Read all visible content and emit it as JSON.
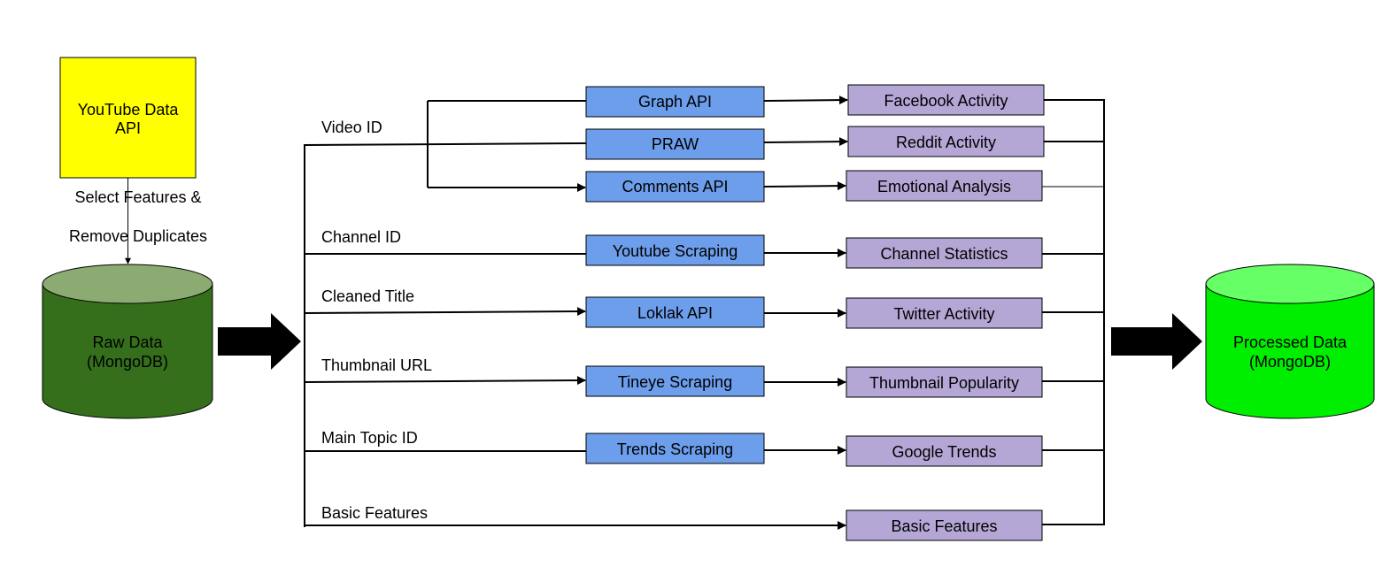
{
  "source": {
    "text": "YouTube Data API",
    "lines": [
      "YouTube Data",
      "API"
    ],
    "color": "#ffff00"
  },
  "step_label": {
    "line1": "Select Features &",
    "line2": "Remove Duplicates"
  },
  "raw_data": {
    "lines": [
      "Raw Data",
      "(MongoDB)"
    ],
    "top_color": "#8bab73",
    "body_color": "#356f1c"
  },
  "processed_data": {
    "lines": [
      "Processed Data",
      "(MongoDB)"
    ],
    "top_color": "#66ff66",
    "body_color": "#00ee00"
  },
  "field_labels": [
    {
      "key": "video-id",
      "text": "Video ID"
    },
    {
      "key": "channel-id",
      "text": "Channel ID"
    },
    {
      "key": "cleaned-title",
      "text": "Cleaned Title"
    },
    {
      "key": "thumbnail-url",
      "text": "Thumbnail URL"
    },
    {
      "key": "main-topic-id",
      "text": "Main Topic ID"
    },
    {
      "key": "basic-features",
      "text": "Basic Features"
    }
  ],
  "tools": [
    {
      "key": "graph-api",
      "text": "Graph API"
    },
    {
      "key": "praw",
      "text": "PRAW"
    },
    {
      "key": "comments-api",
      "text": "Comments API"
    },
    {
      "key": "youtube-scraping",
      "text": "Youtube Scraping"
    },
    {
      "key": "loklak-api",
      "text": "Loklak API"
    },
    {
      "key": "tineye-scraping",
      "text": "Tineye Scraping"
    },
    {
      "key": "trends-scraping",
      "text": "Trends Scraping"
    }
  ],
  "outputs": [
    {
      "key": "facebook-activity",
      "text": "Facebook Activity"
    },
    {
      "key": "reddit-activity",
      "text": "Reddit Activity"
    },
    {
      "key": "emotional-analysis",
      "text": "Emotional Analysis"
    },
    {
      "key": "channel-statistics",
      "text": "Channel Statistics"
    },
    {
      "key": "twitter-activity",
      "text": "Twitter Activity"
    },
    {
      "key": "thumbnail-popularity",
      "text": "Thumbnail Popularity"
    },
    {
      "key": "google-trends",
      "text": "Google Trends"
    },
    {
      "key": "basic-features-output",
      "text": "Basic Features"
    }
  ],
  "colors": {
    "tool_box": "#6d9eeb",
    "output_box": "#b4a7d6",
    "arrow": "#000000"
  }
}
